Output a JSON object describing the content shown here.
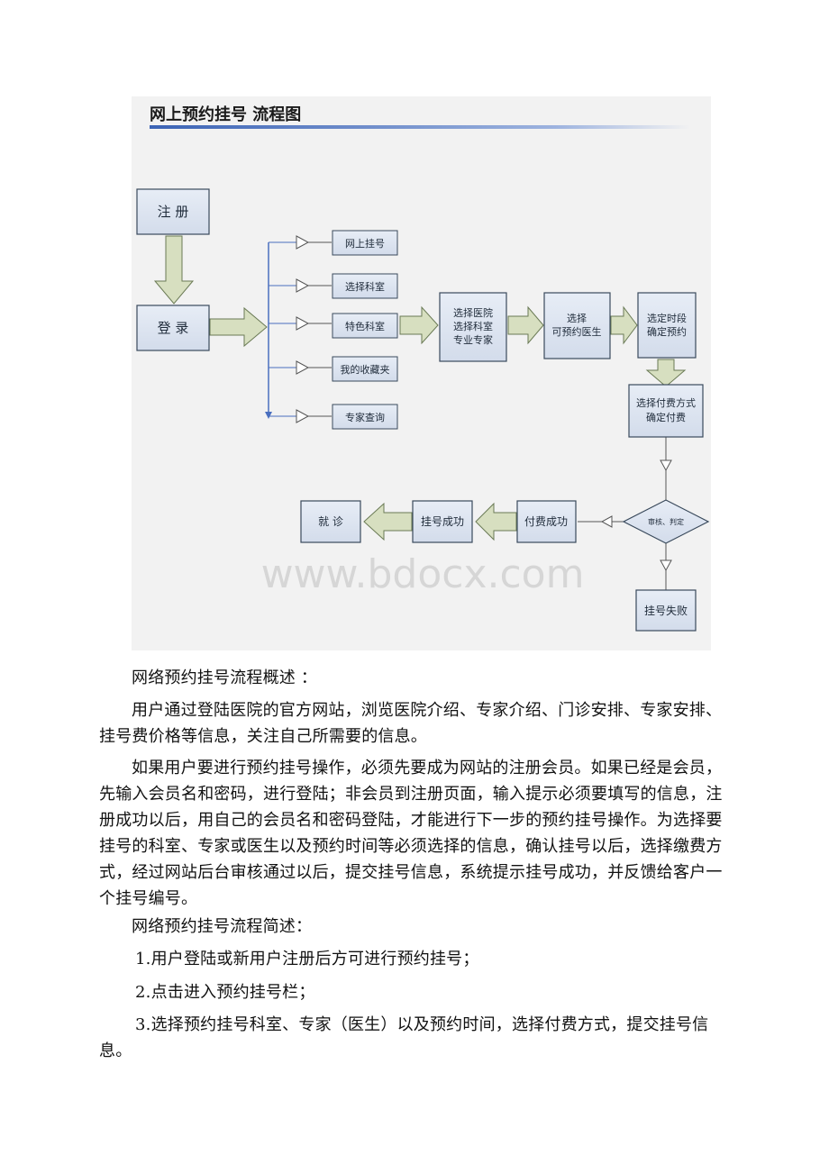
{
  "figure": {
    "title": "网上预约挂号 流程图",
    "watermark": "www.bdocx.com",
    "nodes": {
      "register": "注 册",
      "login": "登 录",
      "online": "网上挂号",
      "select_dept": "选择科室",
      "special_dept": "特色科室",
      "favorites": "我的收藏夹",
      "expert_query": "专家查询",
      "hospital_l1": "选择医院",
      "hospital_l2": "选择科室",
      "hospital_l3": "专业专家",
      "doctor_l1": "选择",
      "doctor_l2": "可预约医生",
      "time_l1": "选定时段",
      "time_l2": "确定预约",
      "pay_l1": "选择付费方式",
      "pay_l2": "确定付费",
      "review": "审核、判定",
      "pay_ok": "付费成功",
      "reg_ok": "挂号成功",
      "visit": "就 诊",
      "fail": "挂号失败"
    },
    "colors": {
      "box_fill": "#dbe4f0",
      "box_stroke": "#3a4a5c",
      "arrow_fill": "#d7dfc0",
      "accent_blue": "#4a6fbf"
    }
  },
  "text": {
    "overview_heading": "网络预约挂号流程概述 ：",
    "p1": "用户通过登陆医院的官方网站，浏览医院介绍、专家介绍、门诊安排、专家安排、挂号费价格等信息，关注自己所需要的信息。",
    "p2": "如果用户要进行预约挂号操作，必须先要成为网站的注册会员。如果已经是会员，先输入会员名和密码，进行登陆；非会员到注册页面，输入提示必须要填写的信息，注册成功以后，用自己的会员名和密码登陆，才能进行下一步的预约挂号操作。为选择要挂号的科室、专家或医生以及预约时间等必须选择的信息，确认挂号以后，选择缴费方式，经过网站后台审核通过以后，提交挂号信息，系统提示挂号成功，并反馈给客户一个挂号编号。",
    "brief_heading": "网络预约挂号流程简述：",
    "step1": "1.用户登陆或新用户注册后方可进行预约挂号；",
    "step2": "2.点击进入预约挂号栏；",
    "step3": "3.选择预约挂号科室、专家（医生）以及预约时间，选择付费方式，提交挂号信息。"
  }
}
